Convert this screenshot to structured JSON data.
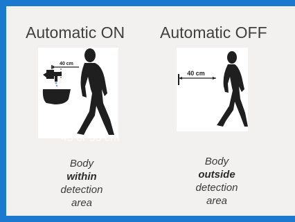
{
  "titles": {
    "on": "Automatic ON",
    "off": "Automatic OFF"
  },
  "on_panel": {
    "distance_label": "40 cm",
    "ghost_label": "45 or 50 cm"
  },
  "off_panel": {
    "distance_label": "40 cm"
  },
  "captions": {
    "on": [
      "Body",
      "within",
      "detection",
      "area"
    ],
    "off": [
      "Body",
      "outside",
      "detection",
      "area"
    ]
  },
  "colors": {
    "frame_blue": "#1b7ad0",
    "background": "#f2f1f0",
    "figure": "#1f1f1f"
  }
}
